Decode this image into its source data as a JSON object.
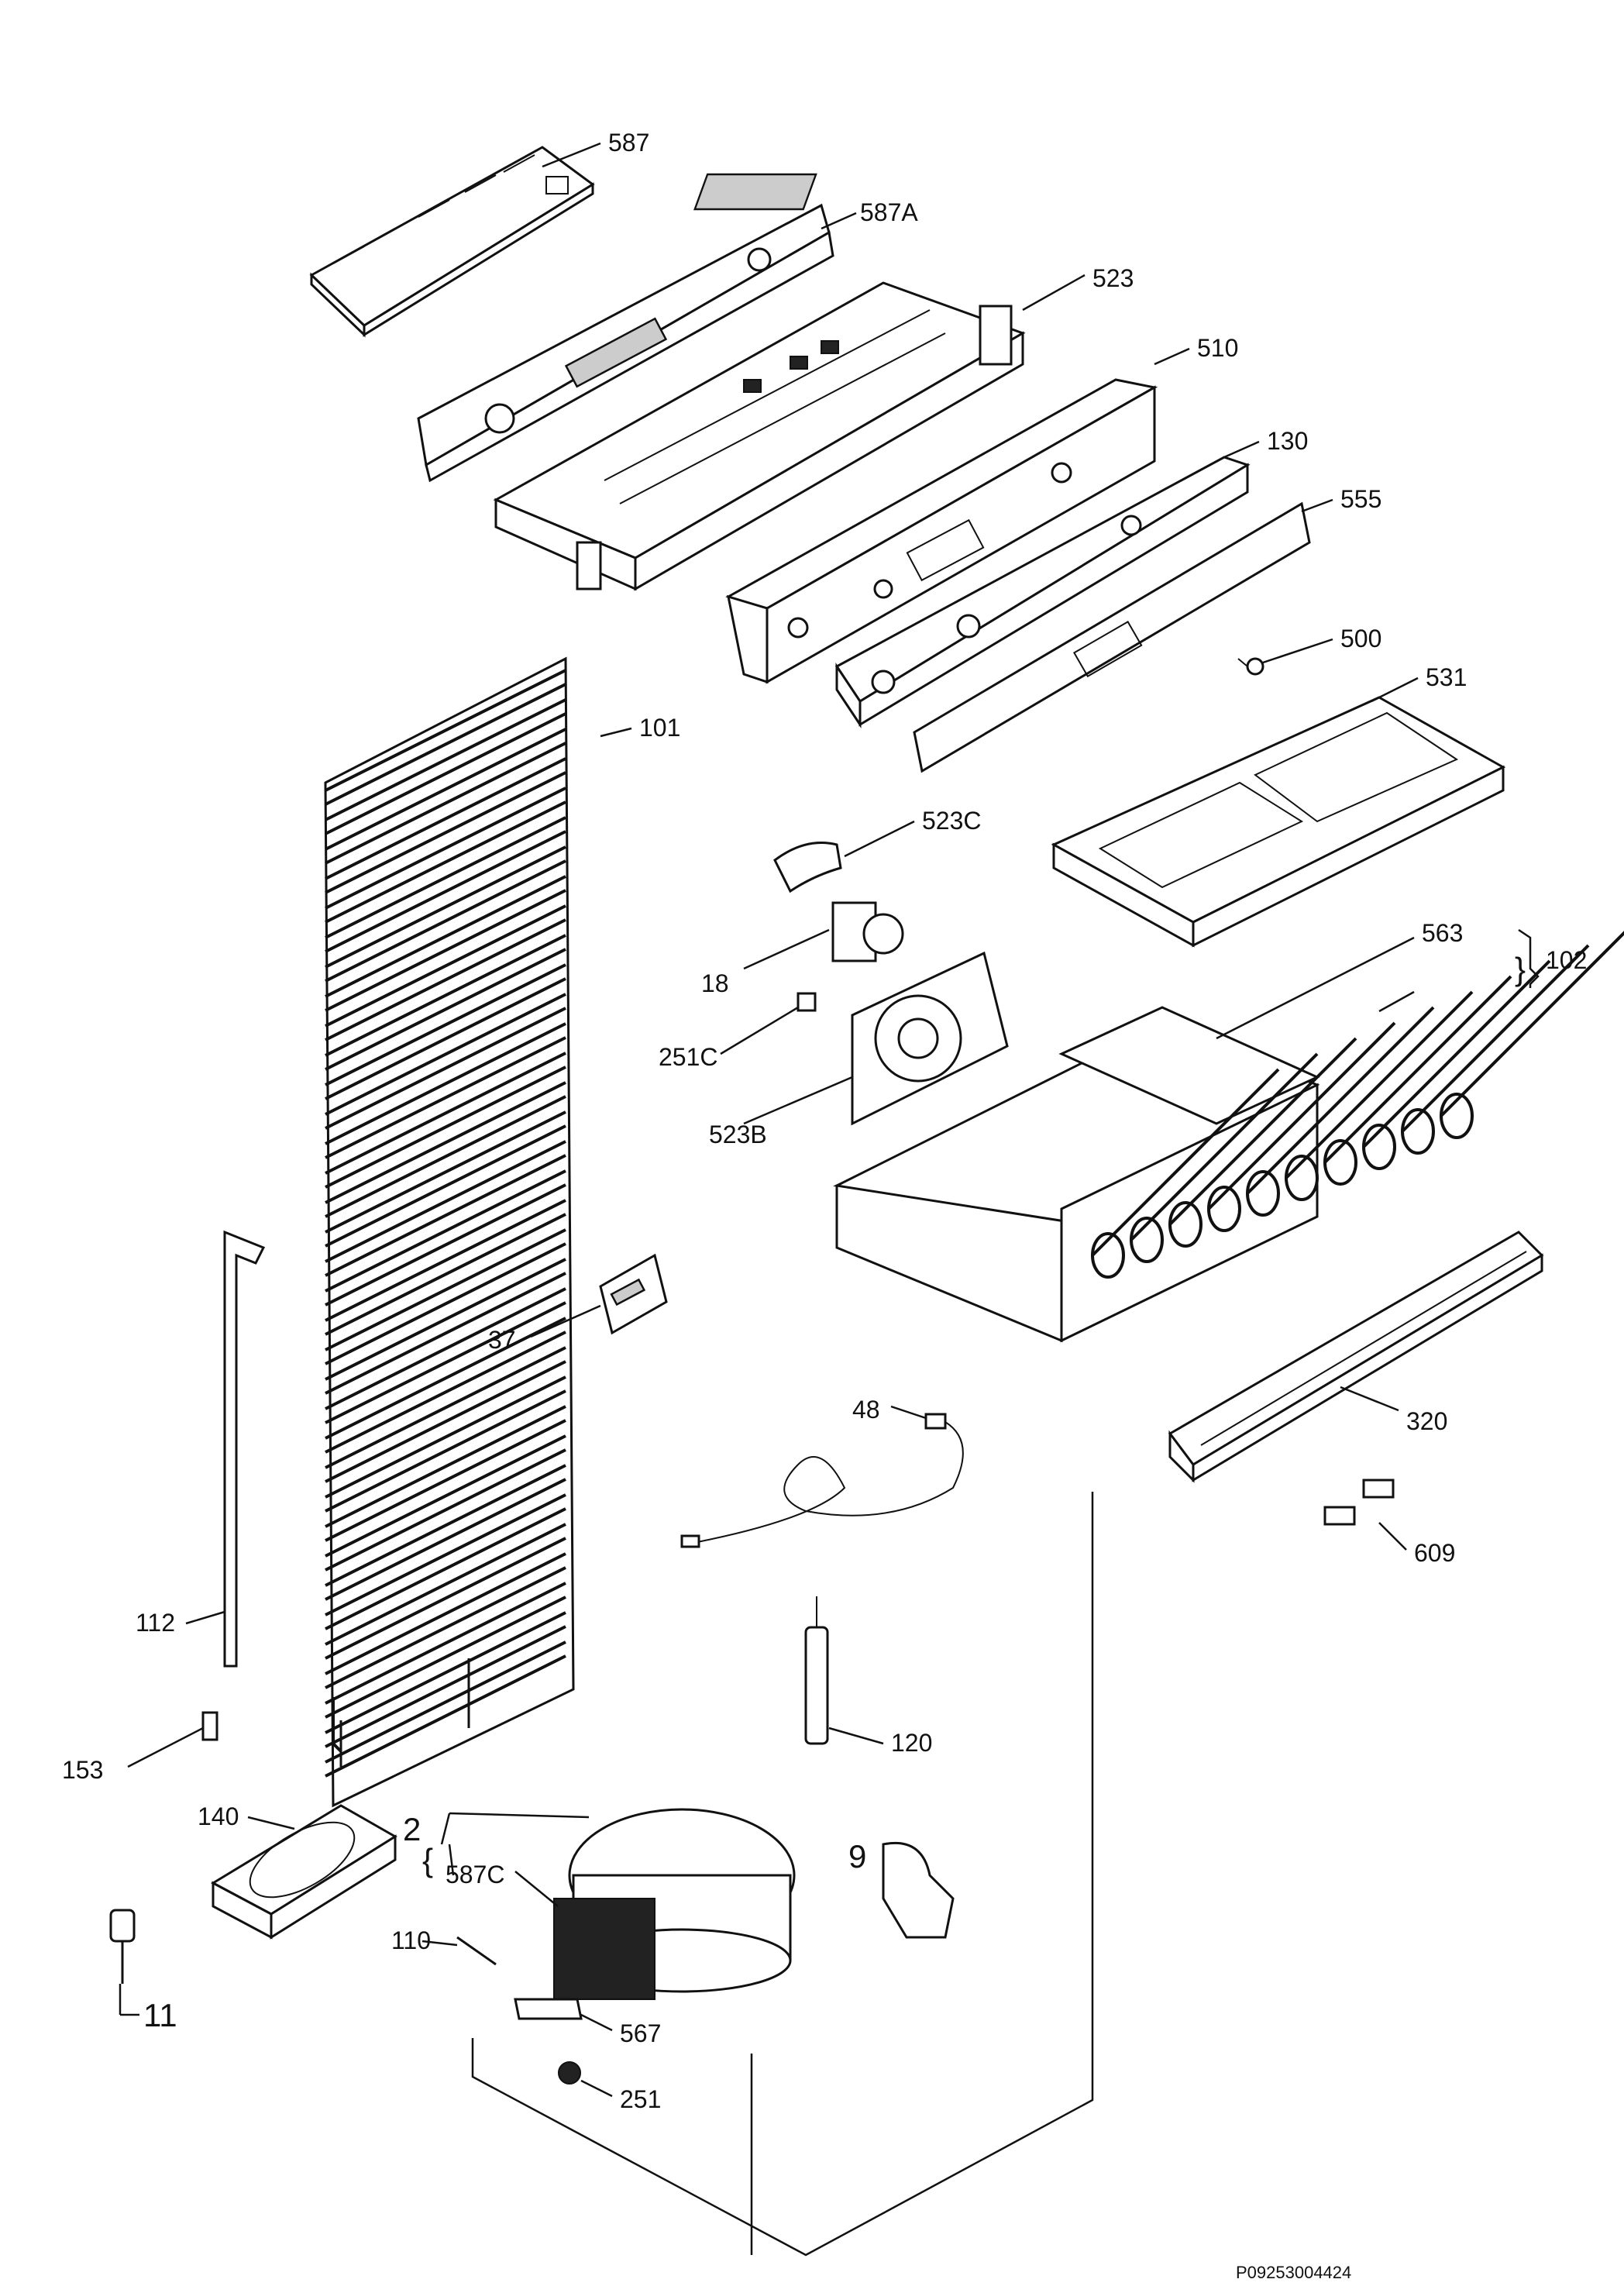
{
  "document_id": "P09253004424",
  "callouts": [
    {
      "id": "587",
      "text": "587"
    },
    {
      "id": "587A",
      "text": "587A"
    },
    {
      "id": "523",
      "text": "523"
    },
    {
      "id": "510",
      "text": "510"
    },
    {
      "id": "130",
      "text": "130"
    },
    {
      "id": "555",
      "text": "555"
    },
    {
      "id": "500",
      "text": "500"
    },
    {
      "id": "531",
      "text": "531"
    },
    {
      "id": "101",
      "text": "101"
    },
    {
      "id": "523C",
      "text": "523C"
    },
    {
      "id": "563",
      "text": "563"
    },
    {
      "id": "102",
      "text": "102"
    },
    {
      "id": "18",
      "text": "18"
    },
    {
      "id": "251C",
      "text": "251C"
    },
    {
      "id": "523B",
      "text": "523B"
    },
    {
      "id": "37",
      "text": "37"
    },
    {
      "id": "320",
      "text": "320"
    },
    {
      "id": "48",
      "text": "48"
    },
    {
      "id": "609",
      "text": "609"
    },
    {
      "id": "112",
      "text": "112"
    },
    {
      "id": "153",
      "text": "153"
    },
    {
      "id": "120",
      "text": "120"
    },
    {
      "id": "140",
      "text": "140"
    },
    {
      "id": "2",
      "text": "2"
    },
    {
      "id": "587C",
      "text": "587C"
    },
    {
      "id": "9",
      "text": "9"
    },
    {
      "id": "110",
      "text": "110"
    },
    {
      "id": "11",
      "text": "11"
    },
    {
      "id": "567",
      "text": "567"
    },
    {
      "id": "251",
      "text": "251"
    }
  ]
}
